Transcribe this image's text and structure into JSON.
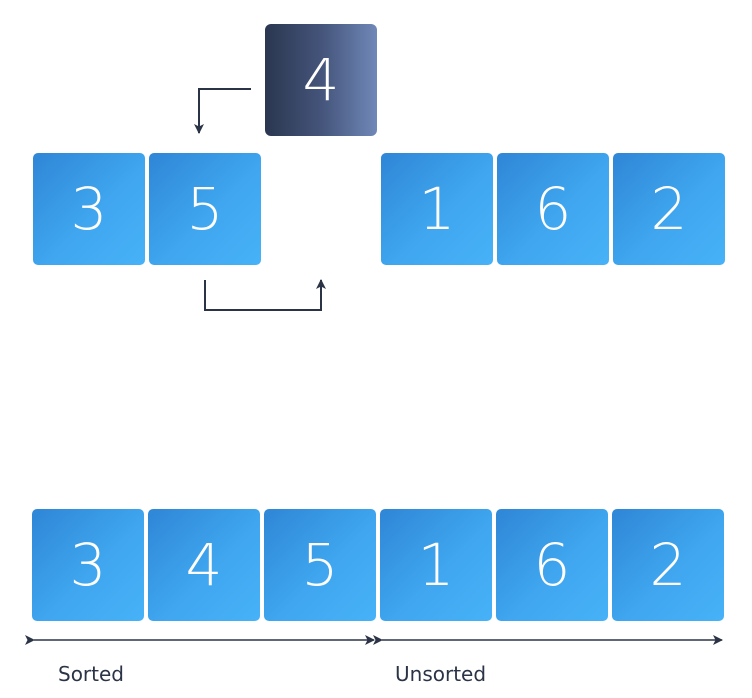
{
  "key": "4",
  "step": [
    "3",
    "5",
    "1",
    "6",
    "2"
  ],
  "result": [
    "3",
    "4",
    "5",
    "1",
    "6",
    "2"
  ],
  "labels": {
    "sorted": "Sorted",
    "unsorted": "Unsorted"
  },
  "colors": {
    "box": "#3fa6ef",
    "key": "#44547a",
    "arrow": "#2b3446"
  }
}
